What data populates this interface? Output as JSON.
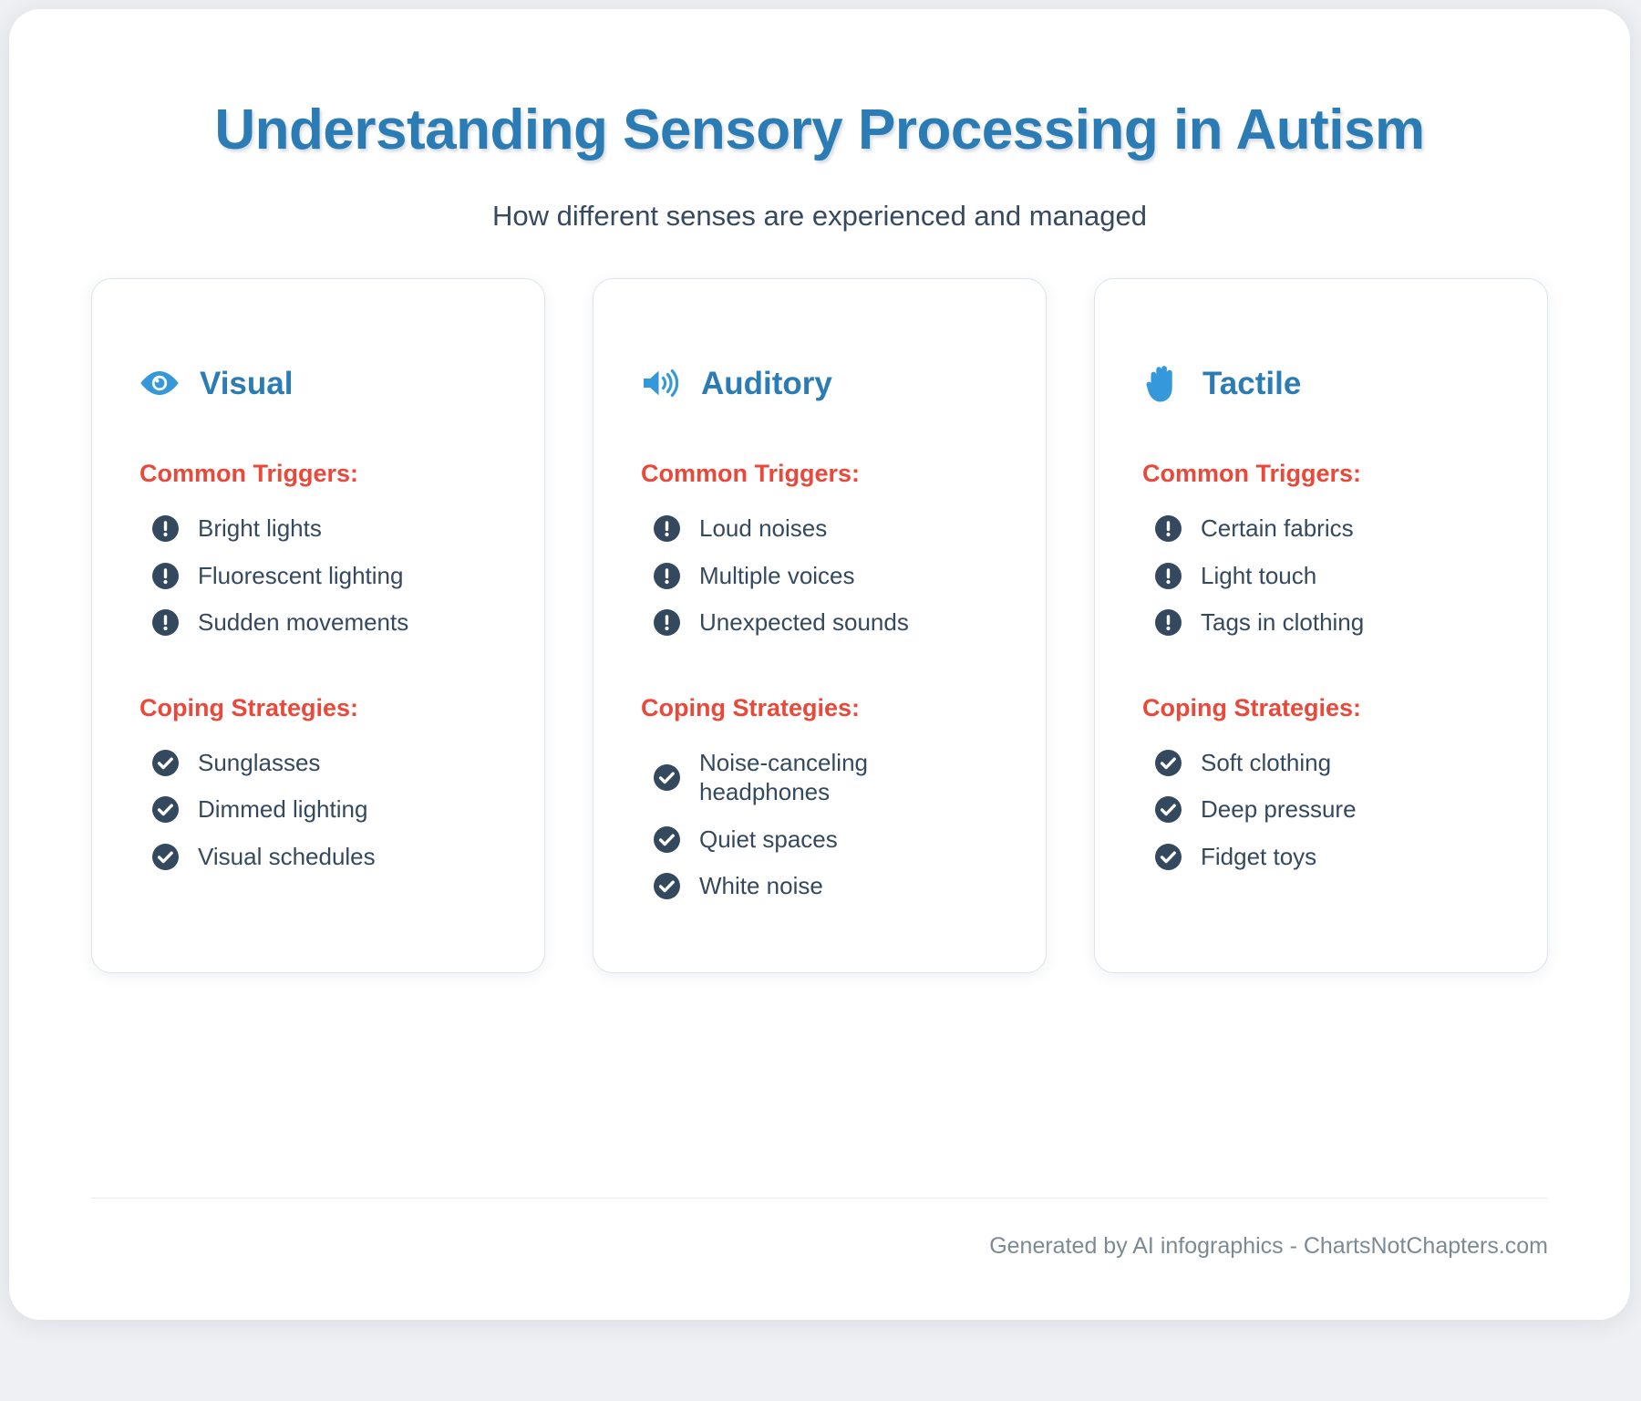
{
  "header": {
    "title": "Understanding Sensory Processing in Autism",
    "subtitle": "How different senses are experienced and managed"
  },
  "colors": {
    "title_blue": "#2b7cb4",
    "accent_red": "#e8493a",
    "text_navy": "#35495e",
    "icon_navy": "#34495e",
    "footer_gray": "#7b8a93",
    "page_bg": "#eef0f3",
    "card_border": "#dde4ec"
  },
  "section_labels": {
    "triggers": "Common Triggers:",
    "strategies": "Coping Strategies:"
  },
  "icon_names": {
    "trigger": "exclamation-circle-icon",
    "strategy": "check-circle-icon"
  },
  "cards": [
    {
      "title": "Visual",
      "icon": "eye-icon",
      "triggers_label": "Common Triggers:",
      "triggers": [
        "Bright lights",
        "Fluorescent lighting",
        "Sudden movements"
      ],
      "strategies_label": "Coping Strategies:",
      "strategies": [
        "Sunglasses",
        "Dimmed lighting",
        "Visual schedules"
      ]
    },
    {
      "title": "Auditory",
      "icon": "volume-up-icon",
      "triggers_label": "Common Triggers:",
      "triggers": [
        "Loud noises",
        "Multiple voices",
        "Unexpected sounds"
      ],
      "strategies_label": "Coping Strategies:",
      "strategies": [
        "Noise-canceling headphones",
        "Quiet spaces",
        "White noise"
      ]
    },
    {
      "title": "Tactile",
      "icon": "hand-icon",
      "triggers_label": "Common Triggers:",
      "triggers": [
        "Certain fabrics",
        "Light touch",
        "Tags in clothing"
      ],
      "strategies_label": "Coping Strategies:",
      "strategies": [
        "Soft clothing",
        "Deep pressure",
        "Fidget toys"
      ]
    }
  ],
  "footer": {
    "text": "Generated by AI infographics - ChartsNotChapters.com"
  }
}
